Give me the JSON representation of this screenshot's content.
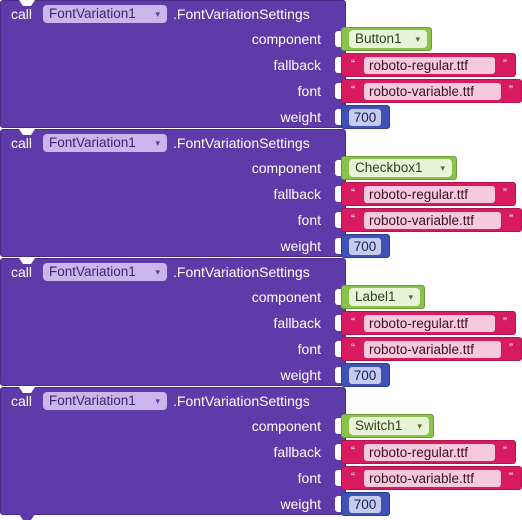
{
  "colors": {
    "procedure_block": "#5f3aa9",
    "component_block": "#8bc34a",
    "text_block": "#d81b60",
    "number_block": "#3f51b5"
  },
  "blocks": [
    {
      "call_label": "call",
      "component_dropdown": "FontVariation1",
      "method": ".FontVariationSettings",
      "params": {
        "component_label": "component",
        "component_value": "Button1",
        "fallback_label": "fallback",
        "fallback_value": "roboto-regular.ttf",
        "font_label": "font",
        "font_value": "roboto-variable.ttf",
        "weight_label": "weight",
        "weight_value": "700"
      }
    },
    {
      "call_label": "call",
      "component_dropdown": "FontVariation1",
      "method": ".FontVariationSettings",
      "params": {
        "component_label": "component",
        "component_value": "Checkbox1",
        "fallback_label": "fallback",
        "fallback_value": "roboto-regular.ttf",
        "font_label": "font",
        "font_value": "roboto-variable.ttf",
        "weight_label": "weight",
        "weight_value": "700"
      }
    },
    {
      "call_label": "call",
      "component_dropdown": "FontVariation1",
      "method": ".FontVariationSettings",
      "params": {
        "component_label": "component",
        "component_value": "Label1",
        "fallback_label": "fallback",
        "fallback_value": "roboto-regular.ttf",
        "font_label": "font",
        "font_value": "roboto-variable.ttf",
        "weight_label": "weight",
        "weight_value": "700"
      }
    },
    {
      "call_label": "call",
      "component_dropdown": "FontVariation1",
      "method": ".FontVariationSettings",
      "params": {
        "component_label": "component",
        "component_value": "Switch1",
        "fallback_label": "fallback",
        "fallback_value": "roboto-regular.ttf",
        "font_label": "font",
        "font_value": "roboto-variable.ttf",
        "weight_label": "weight",
        "weight_value": "700"
      }
    }
  ],
  "glyphs": {
    "dropdown_arrow": "▾",
    "quote_open": "“",
    "quote_close": "”"
  }
}
